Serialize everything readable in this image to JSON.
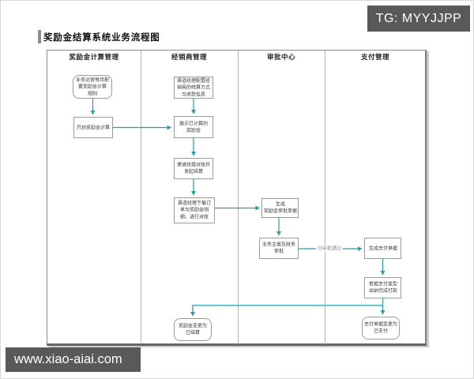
{
  "watermarks": {
    "top_right": "TG: MYYJJPP",
    "bottom_left": "www.xiao-aiai.com"
  },
  "title": "奖励金结算系统业务流程图",
  "lanes": [
    {
      "label": "奖励金计算管理"
    },
    {
      "label": "经销商管理"
    },
    {
      "label": "审批中心"
    },
    {
      "label": "支付管理"
    }
  ],
  "nodes": [
    {
      "id": "config-bonus-rules",
      "shape": "rounded",
      "label": "业务运营每月配\n置奖励金计算\n规则"
    },
    {
      "id": "start-bonus-calculation",
      "shape": "rect",
      "label": "开启奖励金计算"
    },
    {
      "id": "config-settlement-info",
      "shape": "rect",
      "label": "渠道经理配置经\n销商的结算方式\n与收款信息"
    },
    {
      "id": "show-calculated-bonus",
      "shape": "rect",
      "label": "展示已计算的\n奖励金"
    },
    {
      "id": "reconcile-and-initiate",
      "shape": "rect",
      "label": "渠道经理对账并\n发起结算"
    },
    {
      "id": "download-and-check",
      "shape": "rect",
      "label": "渠道经理下载订\n单与奖励金明\n细，进行对账"
    },
    {
      "id": "generate-approval-doc",
      "shape": "rect",
      "label": "生成\n奖励金审批单据"
    },
    {
      "id": "supervisor-finance-approve",
      "shape": "rect",
      "label": "业务主管及财务\n审批"
    },
    {
      "id": "generate-payment-doc",
      "shape": "rect",
      "label": "生成支付单据"
    },
    {
      "id": "cashier-pay",
      "shape": "rect",
      "label": "根据支付类型\n出纳完成打款"
    },
    {
      "id": "payment-doc-paid",
      "shape": "rounded",
      "label": "支付单据变更为\n已支付"
    },
    {
      "id": "bonus-settled",
      "shape": "rounded",
      "label": "奖励金变更为\n已结算"
    }
  ],
  "edge_label": "均审批通过",
  "colors": {
    "arrow": "#2e9ca8",
    "node_border": "#9b9b9b",
    "watermark_bg": "#595959"
  }
}
